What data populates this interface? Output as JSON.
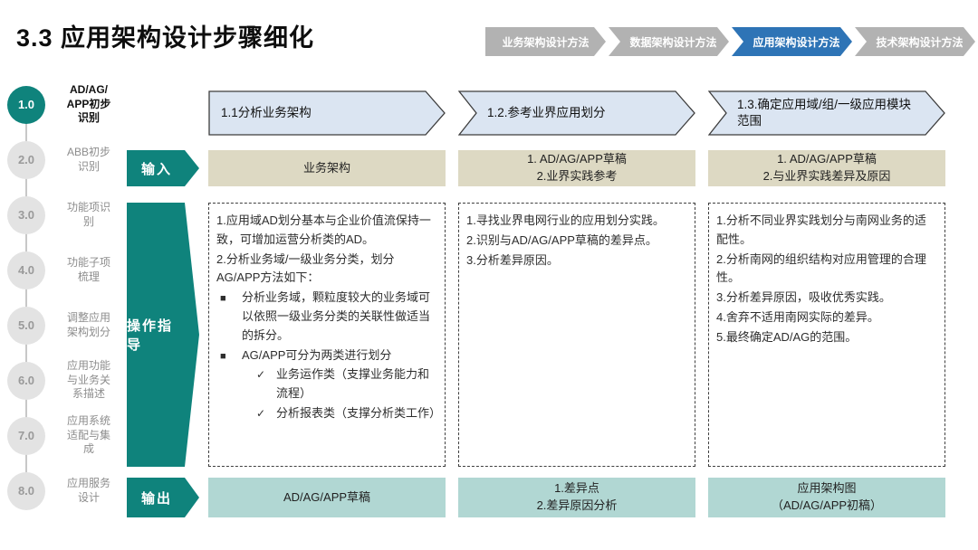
{
  "title": "3.3 应用架构设计步骤细化",
  "top_tabs": [
    {
      "label": "业务架构设计方法",
      "active": false
    },
    {
      "label": "数据架构设计方法",
      "active": false
    },
    {
      "label": "应用架构设计方法",
      "active": true
    },
    {
      "label": "技术架构设计方法",
      "active": false
    }
  ],
  "sidebar": {
    "steps": [
      {
        "num": "1.0",
        "label": "AD/AG/\nAPP初步\n识别",
        "active": true
      },
      {
        "num": "2.0",
        "label": "ABB初步\n识别",
        "active": false
      },
      {
        "num": "3.0",
        "label": "功能项识\n别",
        "active": false
      },
      {
        "num": "4.0",
        "label": "功能子项\n梳理",
        "active": false
      },
      {
        "num": "5.0",
        "label": "调整应用\n架构划分",
        "active": false
      },
      {
        "num": "6.0",
        "label": "应用功能\n与业务关\n系描述",
        "active": false
      },
      {
        "num": "7.0",
        "label": "应用系统\n适配与集\n成",
        "active": false
      },
      {
        "num": "8.0",
        "label": "应用服务\n设计",
        "active": false
      }
    ]
  },
  "row_labels": {
    "input": "输入",
    "guidance": "操作指导",
    "output": "输出"
  },
  "columns": [
    {
      "header": "1.1分析业务架构",
      "input": [
        "业务架构"
      ],
      "guidance": [
        {
          "b": "",
          "t": "1.应用域AD划分基本与企业价值流保持一致，可增加运营分析类的AD。",
          "i": 0
        },
        {
          "b": "",
          "t": "2.分析业务域/一级业务分类，划分AG/APP方法如下：",
          "i": 0
        },
        {
          "b": "■",
          "t": "分析业务域，颗粒度较大的业务域可以依照一级业务分类的关联性做适当的拆分。",
          "i": 1
        },
        {
          "b": "■",
          "t": "AG/APP可分为两类进行划分",
          "i": 1
        },
        {
          "b": "✓",
          "t": "业务运作类（支撑业务能力和流程）",
          "i": 2
        },
        {
          "b": "✓",
          "t": "分析报表类（支撑分析类工作）",
          "i": 2
        }
      ],
      "output": [
        "AD/AG/APP草稿"
      ]
    },
    {
      "header": "1.2.参考业界应用划分",
      "input": [
        "1. AD/AG/APP草稿",
        "2.业界实践参考"
      ],
      "guidance": [
        {
          "b": "",
          "t": "1.寻找业界电网行业的应用划分实践。",
          "i": 0
        },
        {
          "b": "",
          "t": "2.识别与AD/AG/APP草稿的差异点。",
          "i": 0
        },
        {
          "b": "",
          "t": "3.分析差异原因。",
          "i": 0
        }
      ],
      "output": [
        "1.差异点",
        "2.差异原因分析"
      ]
    },
    {
      "header": "1.3.确定应用域/组/一级应用模块范围",
      "input": [
        "1. AD/AG/APP草稿",
        "2.与业界实践差异及原因"
      ],
      "guidance": [
        {
          "b": "",
          "t": "1.分析不同业界实践划分与南网业务的适配性。",
          "i": 0
        },
        {
          "b": "",
          "t": "2.分析南网的组织结构对应用管理的合理性。",
          "i": 0
        },
        {
          "b": "",
          "t": "3.分析差异原因，吸收优秀实践。",
          "i": 0
        },
        {
          "b": "",
          "t": "4.舍弃不适用南网实际的差异。",
          "i": 0
        },
        {
          "b": "",
          "t": "5.最终确定AD/AG的范围。",
          "i": 0
        }
      ],
      "output": [
        "应用架构图",
        "（AD/AG/APP初稿）"
      ]
    }
  ],
  "colors": {
    "accent_teal": "#0f837c",
    "tab_active_blue": "#2e74b6",
    "tab_gray": "#b2b2b2",
    "header_arrow_fill": "#dbe5f2",
    "input_cell_bg": "#ddd9c3",
    "output_cell_bg": "#b1d7d3"
  }
}
